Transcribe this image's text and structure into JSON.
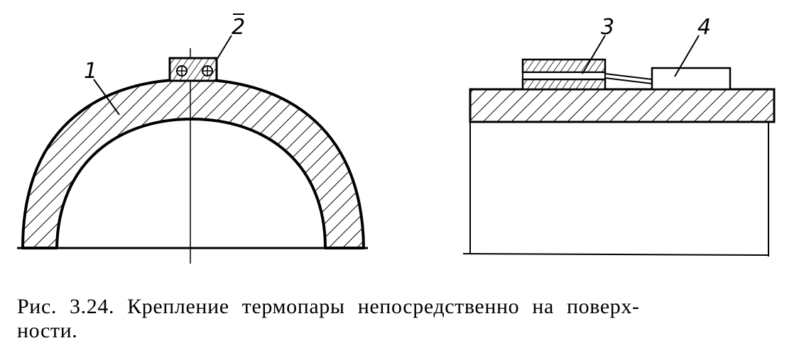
{
  "figure": {
    "labels": {
      "arch_part": "1",
      "clamp_part": "2",
      "plate_part": "3",
      "block_part": "4"
    }
  },
  "caption": {
    "line1": "Рис. 3.24. Крепление термопары непосредственно на поверх-",
    "line2": "ности."
  }
}
